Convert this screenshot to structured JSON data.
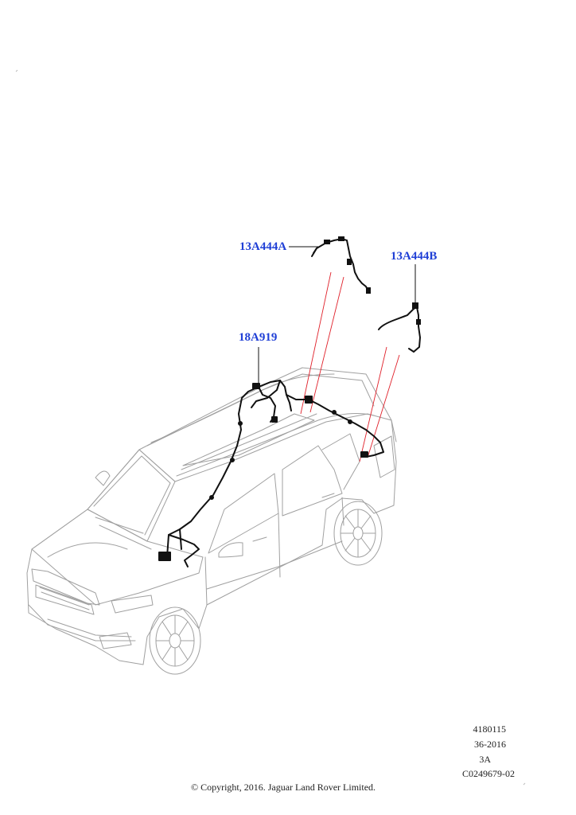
{
  "callouts": {
    "harness_a": "13A444A",
    "harness_b": "13A444B",
    "harness_roof": "18A919"
  },
  "info": {
    "line1": "4180115",
    "line2": "36-2016",
    "line3": "3A",
    "line4": "C0249679-02"
  },
  "copyright": "© Copyright, 2016. Jaguar Land Rover Limited.",
  "colors": {
    "callout_text": "#1f3fd6",
    "leader_red": "#e0202a",
    "car_outline": "#9a9a9a",
    "harness": "#111111"
  }
}
